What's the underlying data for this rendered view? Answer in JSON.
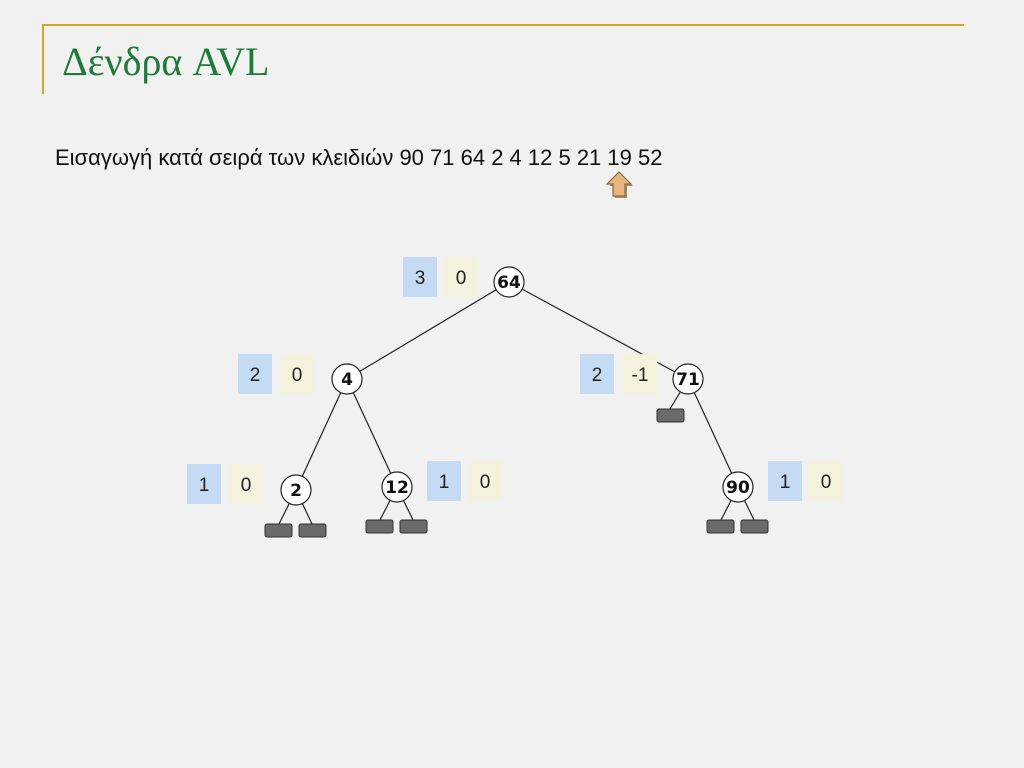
{
  "slide": {
    "title": "Δένδρα AVL",
    "subtitle": "Εισαγωγή κατά σειρά των κλειδιών 90 71 64 2 4 12 5 21 19 52",
    "pointer_icon": "up-arrow-icon"
  },
  "colors": {
    "accent": "#d4a72c",
    "title": "#1e7a3a",
    "height_box": "#c5daf3",
    "balance_box": "#f4f1dc",
    "null_leaf": "#6a6a6a",
    "pointer": "#e9b57f"
  },
  "tree": {
    "nodes": [
      {
        "id": "n64",
        "key": "64",
        "height": "3",
        "balance": "0"
      },
      {
        "id": "n4",
        "key": "4",
        "height": "2",
        "balance": "0"
      },
      {
        "id": "n71",
        "key": "71",
        "height": "2",
        "balance": "-1"
      },
      {
        "id": "n2",
        "key": "2",
        "height": "1",
        "balance": "0"
      },
      {
        "id": "n12",
        "key": "12",
        "height": "1",
        "balance": "0"
      },
      {
        "id": "n90",
        "key": "90",
        "height": "1",
        "balance": "0"
      }
    ],
    "edges": [
      {
        "from": "n64",
        "to": "n4"
      },
      {
        "from": "n64",
        "to": "n71"
      },
      {
        "from": "n4",
        "to": "n2"
      },
      {
        "from": "n4",
        "to": "n12"
      },
      {
        "from": "n71",
        "to": "n90"
      }
    ]
  }
}
